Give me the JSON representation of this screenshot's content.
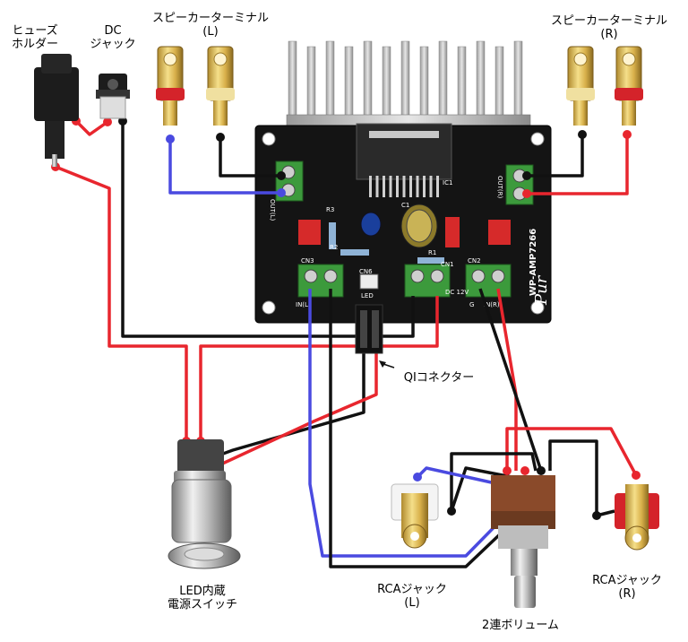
{
  "labels": {
    "fuse_holder": [
      "ヒューズ",
      "ホルダー"
    ],
    "dc_jack": [
      "DC",
      "ジャック"
    ],
    "speaker_terminal_l": [
      "スピーカーターミナル",
      "(L)"
    ],
    "speaker_terminal_r": [
      "スピーカーターミナル",
      "(R)"
    ],
    "qi_connector": "QIコネクター",
    "led_switch": [
      "LED内蔵",
      "電源スイッチ"
    ],
    "rca_jack_l": [
      "RCAジャック",
      "(L)"
    ],
    "rca_jack_r": [
      "RCAジャック",
      "(R)"
    ],
    "volume": "2連ボリューム"
  },
  "board": {
    "model": "WP-AMP7266",
    "brand": "Pur",
    "silk": {
      "r3": "R3",
      "r2": "R2",
      "r1": "R1",
      "c1": "C1",
      "ic1": "IC1",
      "out_l": "OUT(L)",
      "out_r": "OUT(R)",
      "cn3": "CN3",
      "cn6": "CN6",
      "led": "LED",
      "cn1": "CN1",
      "cn2": "CN2",
      "in_l": "IN(L)",
      "in_r": "IN(R)",
      "dc12v": "DC 12V",
      "g": "G"
    }
  },
  "wire_colors": {
    "red": "#e8262e",
    "black": "#111111",
    "blue": "#4a4ae0"
  }
}
